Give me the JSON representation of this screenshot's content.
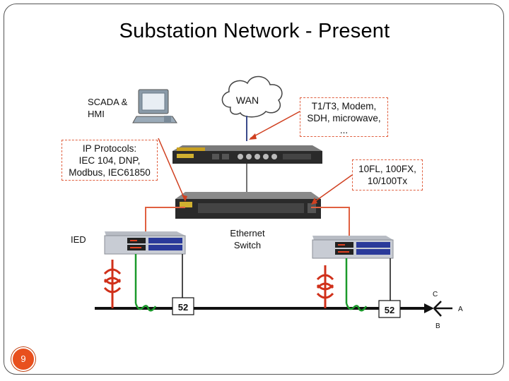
{
  "title": "Substation Network - Present",
  "labels": {
    "scada": "SCADA &\nHMI",
    "wan": "WAN",
    "ied": "IED",
    "ethernet_switch": "Ethernet\nSwitch",
    "breaker_left": "52",
    "breaker_right": "52",
    "phase_c": "C",
    "phase_a": "A",
    "phase_b": "B"
  },
  "callouts": {
    "protocols": "IP Protocols:\nIEC 104, DNP,\nModbus, IEC61850",
    "wan_links": "T1/T3, Modem,\nSDH, microwave,\n...",
    "ethernet_links": "10FL, 100FX,\n10/100Tx"
  },
  "slide_number": "9",
  "colors": {
    "accent": "#e8501e",
    "connection": "#e06040",
    "wan_line": "#3a4a8a",
    "ct_coil": "#d0301a",
    "green_wire": "#1a9a2a"
  }
}
